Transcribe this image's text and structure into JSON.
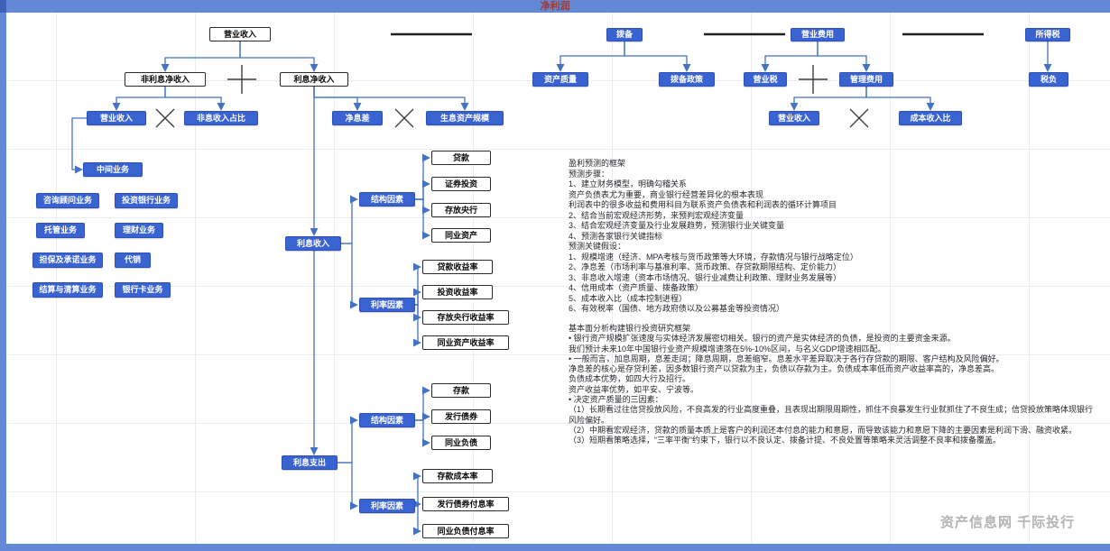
{
  "titlebar": {
    "title": "净利润"
  },
  "colors": {
    "bar_blue": "#6389d6",
    "node_blue": "#3a63d2",
    "arrow_blue": "#4472c4",
    "title_red": "#9e3b32",
    "minus_black": "#1f1f1f"
  },
  "operators": {
    "plus": "+",
    "times": "×",
    "minus": "−"
  },
  "nodes": {
    "op_rev_root": "营业收入",
    "non_int_net_income": "非利息净收入",
    "net_int_income": "利息净收入",
    "op_rev_left": "营业收入",
    "non_int_ratio": "非息收入占比",
    "intermediary": "中间业务",
    "consulting": "咨询顾问业务",
    "invest_banking": "投资银行业务",
    "custody": "托管业务",
    "wealth": "理财业务",
    "guarantee": "担保及承诺业务",
    "agency": "代销",
    "settlement": "结算与清算业务",
    "bank_card": "银行卡业务",
    "nim": "净息差",
    "earning_assets": "生息资产规模",
    "interest_income": "利息收入",
    "struct_factor_income": "结构因素",
    "loans": "贷款",
    "securities": "证券投资",
    "central_bank": "存放央行",
    "interbank_assets": "同业资产",
    "rate_factor_income": "利率因素",
    "loan_yield": "贷款收益率",
    "invest_yield": "投资收益率",
    "cb_yield": "存放央行收益率",
    "interbank_yield": "同业资产收益率",
    "interest_expense": "利息支出",
    "struct_factor_expense": "结构因素",
    "deposits": "存款",
    "bonds": "发行债券",
    "interbank_liab": "同业负债",
    "rate_factor_expense": "利率因素",
    "deposit_cost": "存款成本率",
    "bond_cost": "发行债券付息率",
    "interbank_cost": "同业负债付息率",
    "provisions": "拨备",
    "asset_quality": "资产质量",
    "provision_policy": "拨备政策",
    "op_expenses": "营业费用",
    "business_tax": "营业税",
    "admin_expenses": "管理费用",
    "op_rev_right": "营业收入",
    "cost_income_ratio": "成本收入比",
    "income_tax": "所得税",
    "tax_burden": "税负"
  },
  "notes": {
    "forecast": "盈利预测的框架\n预测步骤：\n1、建立财务模型，明确勾稽关系\n资产负债表尤为重要，商业银行经营差异化的根本表现\n利润表中的很多收益和费用科目为联系资产负债表和利润表的循环计算项目\n2、结合当前宏观经济形势，来预判宏观经济变量\n3、结合宏观经济变量及行业发展趋势，预测银行业关键变量\n4、预测各家银行关键指标\n预测关键假设：\n1、规模增速（经济、MPA考核与货币政策等大环境，存款情况与银行战略定位）\n2、净息差（市场利率与基准利率、货币政策、存贷款期限结构、定价能力）\n3、非息收入增速（资本市场情况、银行业减费让利政策、理财业务发展等）\n4、信用成本（资产质量、拨备政策）\n5、成本收入比（成本控制进程）\n6、有效税率（国债、地方政府债以及公募基金等投资情况）",
    "fundamental": "基本面分析构建银行投资研究框架\n• 银行资产规模扩张速度与实体经济发展密切相关。银行的资产是实体经济的负债，是投资的主要资金来源。\n我们预计未来10年中国银行业资产规模增速落在5%-10%区间，与名义GDP增速相匹配。\n• 一般而言，加息周期，息差走阔；降息周期，息差缩窄。息差水平差异取决于各行存贷款的期限、客户结构及风险偏好。\n净息差的核心是存贷利差，因多数银行资产以贷款为主，负债以存款为主。负债成本率低而资产收益率高的，净息差高。\n负债成本优势，如四大行及招行。\n资产收益率优势，如平安、宁波等。\n• 决定资产质量的三因素：\n（1）长期看过往信贷投放风险，不良高发的行业高度重叠，且表现出期限周期性，抓住不良暴发生行业就抓住了不良生成；信贷投放策略体现银行风险偏好。\n（2）中期看宏观经济，贷款的质量本质上是客户的利润还本付息的能力和意愿，而导致该能力和意愿下降的主要因素是利润下滑、融资收紧。\n（3）短期看策略选择，“三率平衡”约束下，银行以不良认定、拨备计提、不良处置等策略来灵活调整不良率和拨备覆盖。"
  },
  "watermark": "资产信息网 千际投行"
}
